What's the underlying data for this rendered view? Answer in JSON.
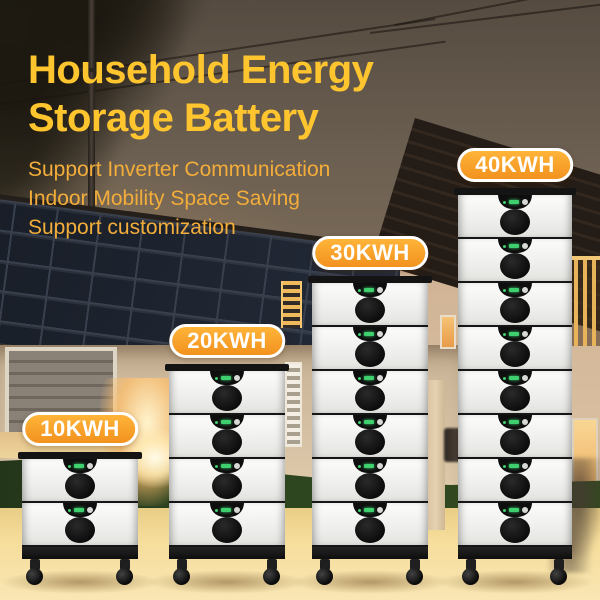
{
  "heading": {
    "line1": "Household Energy",
    "line2": "Storage Battery"
  },
  "features": [
    "Support Inverter Communication",
    "Indoor Mobility Space Saving",
    "Support customization"
  ],
  "products": [
    {
      "label": "10KWH",
      "modules": 2
    },
    {
      "label": "20KWH",
      "modules": 4
    },
    {
      "label": "30KWH",
      "modules": 6
    },
    {
      "label": "40KWH",
      "modules": 8
    }
  ],
  "colors": {
    "heading_text": "#FFC52F",
    "feature_text": "#F3AD3A",
    "badge_fill_top": "#FFB43A",
    "badge_fill_bottom": "#F2921E",
    "badge_border": "#FFFFFF",
    "badge_text": "#FFFFFF",
    "led_green": "#3ED06E",
    "ground": "#F6DD9B",
    "battery_body": "#F2F2F0"
  }
}
